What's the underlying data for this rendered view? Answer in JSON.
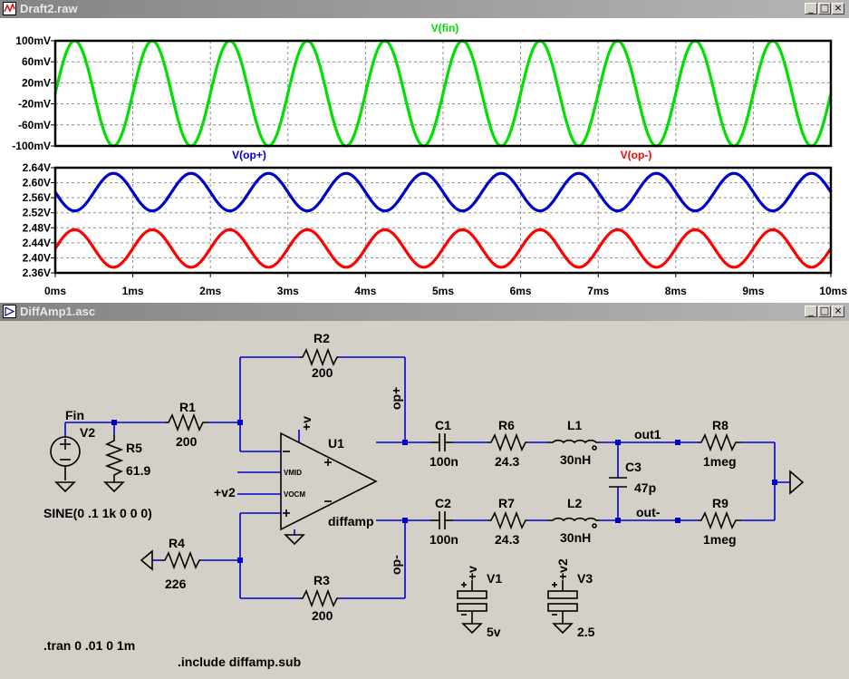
{
  "waveform_window": {
    "title": "Draft2.raw",
    "controls": [
      "_",
      "□",
      "×"
    ],
    "chart_data": {
      "type": "line",
      "xlabel": "",
      "xlim": [
        0,
        10
      ],
      "x_ticks": [
        "0ms",
        "1ms",
        "2ms",
        "3ms",
        "4ms",
        "5ms",
        "6ms",
        "7ms",
        "8ms",
        "9ms",
        "10ms"
      ],
      "panes": [
        {
          "ylim": [
            -100,
            100
          ],
          "y_ticks": [
            "100mV",
            "60mV",
            "20mV",
            "-20mV",
            "-60mV",
            "-100mV"
          ],
          "y_tick_values": [
            100,
            60,
            20,
            -20,
            -60,
            -100
          ],
          "series": [
            {
              "name": "V(fin)",
              "color": "#00e000",
              "offset": 0,
              "amplitude": 100,
              "frequency_khz": 1,
              "phase": 0
            }
          ]
        },
        {
          "ylim": [
            2.36,
            2.64
          ],
          "y_ticks": [
            "2.64V",
            "2.60V",
            "2.56V",
            "2.52V",
            "2.48V",
            "2.44V",
            "2.40V",
            "2.36V"
          ],
          "y_tick_values": [
            2.64,
            2.6,
            2.56,
            2.52,
            2.48,
            2.44,
            2.4,
            2.36
          ],
          "series": [
            {
              "name": "V(op+)",
              "color": "#0000cc",
              "offset": 2.575,
              "amplitude": 0.05,
              "frequency_khz": 1,
              "phase": 180
            },
            {
              "name": "V(op-)",
              "color": "#ff0000",
              "offset": 2.425,
              "amplitude": 0.05,
              "frequency_khz": 1,
              "phase": 0
            }
          ]
        }
      ]
    }
  },
  "schematic_window": {
    "title": "DiffAmp1.asc",
    "controls": [
      "_",
      "□",
      "×"
    ],
    "labels": {
      "fin": "Fin",
      "v2": "V2",
      "r5": "R5",
      "r5_val": "61.9",
      "r1": "R1",
      "r1_val": "200",
      "r2": "R2",
      "r2_val": "200",
      "r3": "R3",
      "r3_val": "200",
      "r4": "R4",
      "r4_val": "226",
      "u1": "U1",
      "u1_type": "diffamp",
      "plus_v": "+v",
      "plus_v2": "+v2",
      "vmid": "VMID",
      "vocm": "VOCM",
      "op_plus": "op+",
      "op_minus": "op-",
      "c1": "C1",
      "c1_val": "100n",
      "c2": "C2",
      "c2_val": "100n",
      "r6": "R6",
      "r6_val": "24.3",
      "r7": "R7",
      "r7_val": "24.3",
      "l1": "L1",
      "l1_val": "30nH",
      "l2": "L2",
      "l2_val": "30nH",
      "c3": "C3",
      "c3_val": "47p",
      "out1": "out1",
      "out_minus": "out-",
      "r8": "R8",
      "r8_val": "1meg",
      "r9": "R9",
      "r9_val": "1meg",
      "v1": "V1",
      "v1_val": "5v",
      "v1_node": "+v",
      "v3": "V3",
      "v3_val": "2.5",
      "v3_node": "+v2",
      "sine": "SINE(0 .1 1k 0 0 0)",
      "tran": ".tran 0 .01 0 1m",
      "include": ".include diffamp.sub"
    }
  }
}
